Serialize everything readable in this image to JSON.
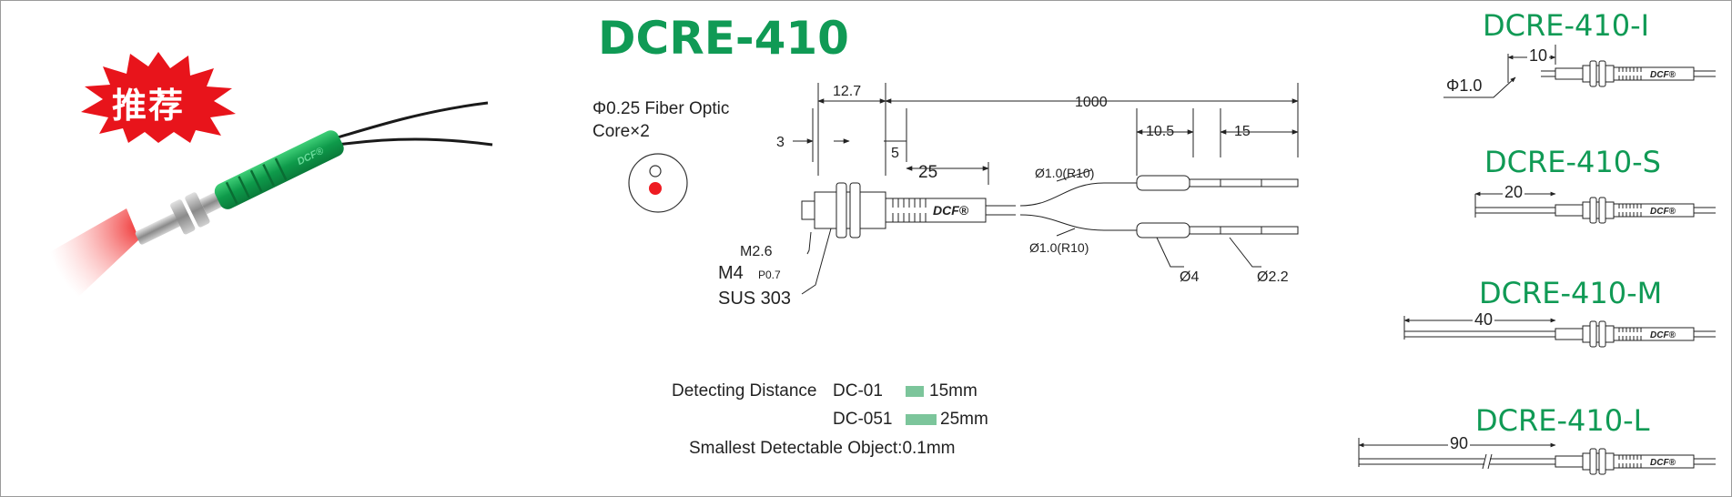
{
  "badge": {
    "text": "推荐",
    "color": "#e8141b"
  },
  "main": {
    "title": "DCRE-410",
    "core_label_1": "Φ0.25 Fiber Optic",
    "core_label_2": "Core×2",
    "dims": {
      "d127": "12.7",
      "d1000": "1000",
      "d3": "3",
      "d5": "5",
      "d25": "25",
      "d105": "10.5",
      "d15": "15",
      "dia1_top": "Ø1.0(R10)",
      "dia1_bot": "Ø1.0(R10)",
      "dia4": "Ø4",
      "dia22": "Ø2.2"
    },
    "thread_m26": "M2.6",
    "thread_m4": "M4",
    "thread_pitch": "P0.7",
    "material": "SUS 303",
    "brand": "DCF®"
  },
  "specs": {
    "dist_label": "Detecting  Distance",
    "rows": [
      {
        "model": "DC-01",
        "value": "15mm"
      },
      {
        "model": "DC-051",
        "value": "25mm"
      }
    ],
    "smallest": "Smallest Detectable Object:0.1mm"
  },
  "variants": [
    {
      "name": "DCRE-410-I",
      "dim": "10",
      "extra": "Φ1.0"
    },
    {
      "name": "DCRE-410-S",
      "dim": "20"
    },
    {
      "name": "DCRE-410-M",
      "dim": "40"
    },
    {
      "name": "DCRE-410-L",
      "dim": "90"
    }
  ],
  "colors": {
    "brand_green": "#109a55",
    "swatch_green": "#7cc59b",
    "laser_red": "#ee1b22"
  }
}
